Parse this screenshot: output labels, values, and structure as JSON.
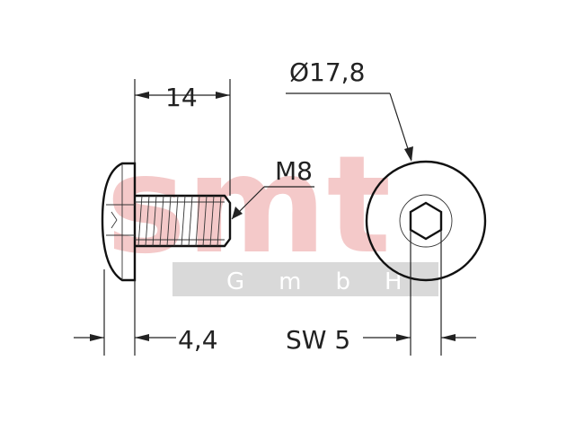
{
  "dimensions": {
    "length": "14",
    "thread": "M8",
    "head_diameter": "Ø17,8",
    "head_height": "4,4",
    "drive_size": "SW 5"
  },
  "watermark": {
    "logo": "smt",
    "company": "GmbH",
    "logo_color": "#f4c9c9",
    "band_color": "#d9d9d9"
  }
}
